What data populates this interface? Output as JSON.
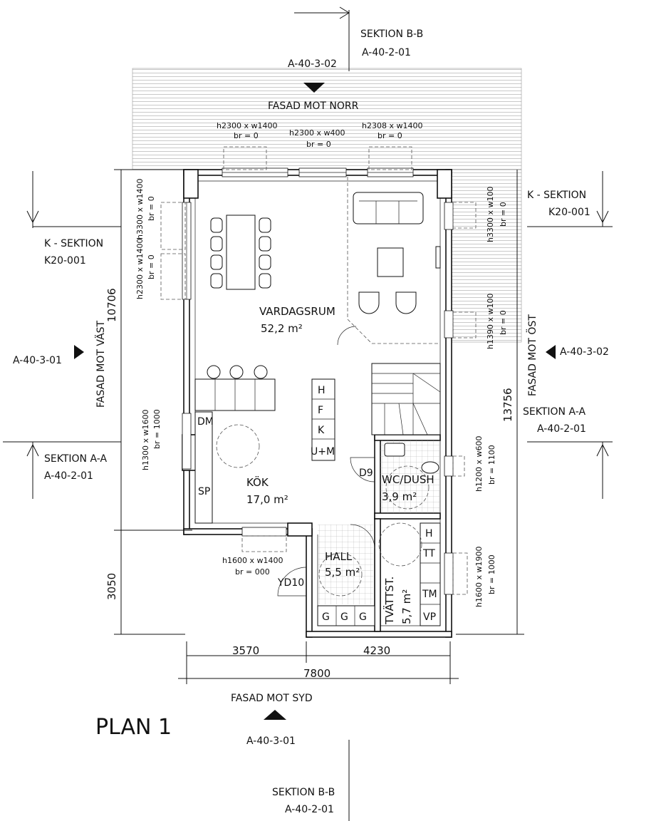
{
  "plan_title": "PLAN 1",
  "sections": {
    "sektion_bb_top": "SEKTION B-B",
    "sektion_bb_top_ref": "A-40-2-01",
    "sektion_bb_bottom": "SEKTION B-B",
    "sektion_bb_bottom_ref": "A-40-2-01",
    "k_sektion_left": "K - SEKTION",
    "k_sektion_left_ref": "K20-001",
    "k_sektion_right": "K - SEKTION",
    "k_sektion_right_ref": "K20-001",
    "sektion_aa_left": "SEKTION A-A",
    "sektion_aa_left_ref": "A-40-2-01",
    "sektion_aa_right": "SEKTION A-A",
    "sektion_aa_right_ref": "A-40-2-01"
  },
  "facades": {
    "north": "FASAD MOT NORR",
    "north_ref": "A-40-3-02",
    "south": "FASAD MOT SYD",
    "south_ref": "A-40-3-01",
    "west": "FASAD MOT VÄST",
    "west_ref": "A-40-3-01",
    "east": "FASAD MOT ÖST",
    "east_ref": "A-40-3-02"
  },
  "rooms": {
    "vardagsrum": "VARDAGSRUM",
    "vardagsrum_area": "52,2 m²",
    "kok": "KÖK",
    "kok_area": "17,0 m²",
    "hall": "HALL",
    "hall_area": "5,5 m²",
    "wc": "WC/DUSH",
    "wc_area": "3,9 m²",
    "tvatt": "TVÄTTST.",
    "tvatt_area": "5,7 m²"
  },
  "windows": {
    "n1": "h2300 x w1400",
    "n1_br": "br = 0",
    "n2": "h2300 x w400",
    "n2_br": "br = 0",
    "n3": "h2308 x w1400",
    "n3_br": "br = 0",
    "w1": "h3300 x w1400",
    "w1_br": "br = 0",
    "w2": "h2300 x w1400",
    "w2_br": "br = 0",
    "w3": "h1300 x w1600",
    "w3_br": "br = 1000",
    "e1": "h3300 x w100",
    "e1_br": "br = 0",
    "e2": "h1390 x w100",
    "e2_br": "br = 0",
    "e3": "h1200 x w600",
    "e3_br": "br = 1100",
    "e4": "h1600 x w1900",
    "e4_br": "br = 1000",
    "s1": "h1600 x w1400",
    "s1_br": "br = 000"
  },
  "fixtures": {
    "dm": "DM",
    "sp": "SP",
    "h": "H",
    "f": "F",
    "k": "K",
    "um": "U+M",
    "d9": "D9",
    "yd10": "YD10",
    "h2": "H",
    "tt": "TT",
    "tm": "TM",
    "vp": "VP",
    "g": "G"
  },
  "dimensions": {
    "west_depth": "10706",
    "east_depth": "13756",
    "lower_depth": "3050",
    "width_a": "3570",
    "width_b": "4230",
    "width_total": "7800"
  }
}
